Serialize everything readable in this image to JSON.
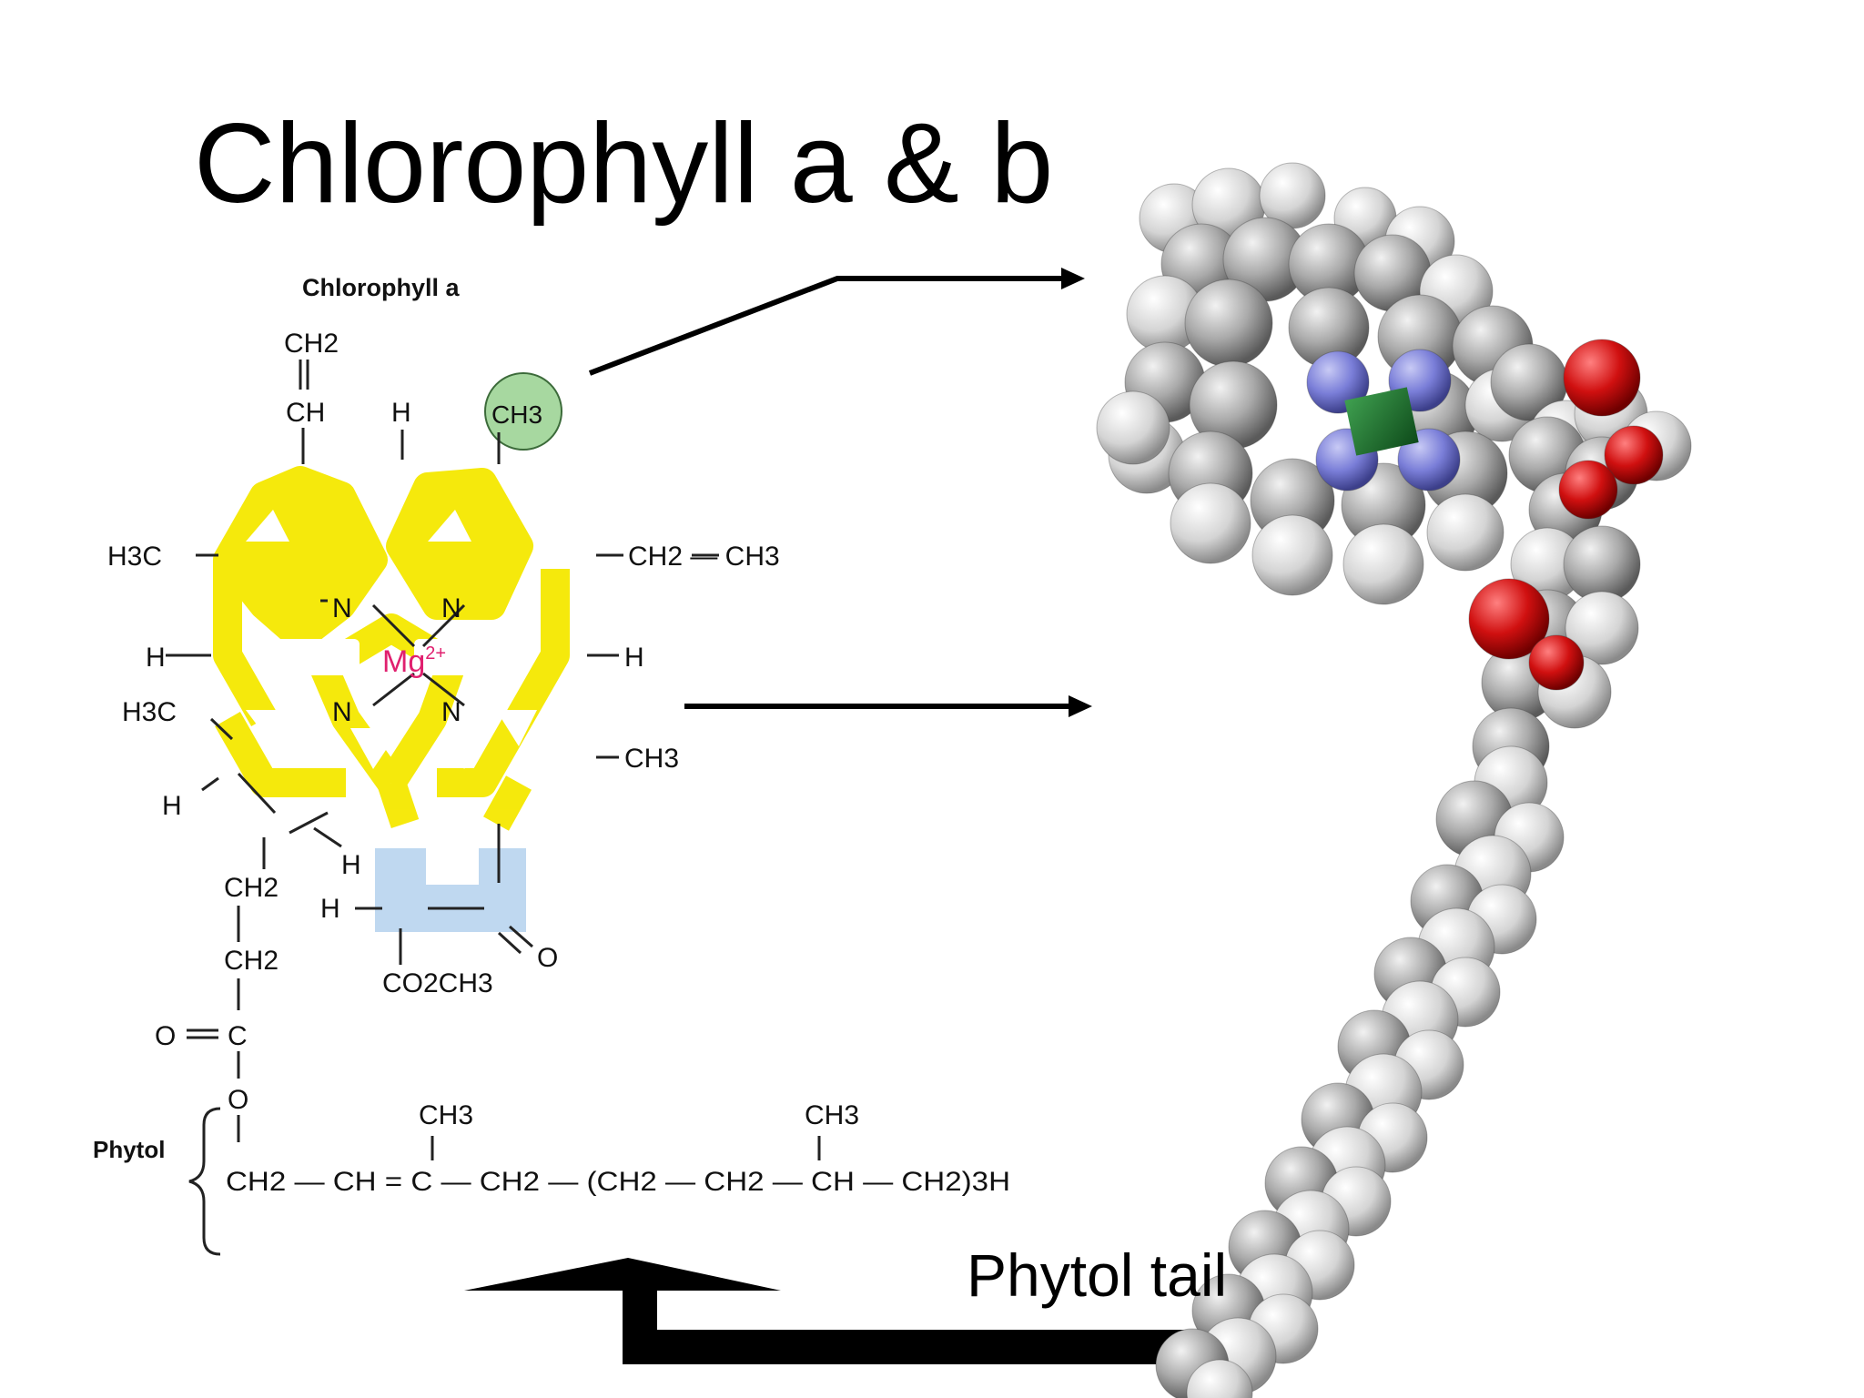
{
  "title": "Chlorophyll a & b",
  "structure": {
    "label": "Chlorophyll a",
    "phytol_label": "Phytol",
    "metal_ion": "Mg",
    "metal_charge": "2+",
    "atoms": {
      "vinyl_ch2": "CH2",
      "vinyl_ch": "CH",
      "h_top": "H",
      "methyl_highlight": "CH3",
      "methyl_left": "H3C",
      "ethyl": "CH2 — CH3",
      "h_left": "H",
      "h_right": "H",
      "methyl_left_lower": "H3C",
      "h_lower": "H",
      "methyl_right": "CH3",
      "h_bridge": "H",
      "ch2_a": "CH2",
      "ch2_b": "CH2",
      "h_ketone": "H",
      "ketone_o": "O",
      "ester_group": "CO2CH3",
      "carbonyl_o": "O",
      "carbonyl_c": "C",
      "ester_o": "O",
      "n_tl": "N",
      "n_tr": "N",
      "n_bl": "N",
      "n_br": "N"
    },
    "phytol_chain": {
      "main": "CH2 — CH = C — CH2 — (CH2 — CH2 — CH — CH2)3H",
      "branch_1": "CH3",
      "branch_2": "CH3"
    }
  },
  "caption": "Phytol tail",
  "colors": {
    "ring_highlight": "#f5e800",
    "methyl_circle": "#a7d8a0",
    "ketone_box": "#b8d4ee",
    "mg_text": "#e0206f",
    "atom_carbon": "#9a9a9a",
    "atom_nitrogen": "#7a7ed8",
    "atom_oxygen": "#d01010",
    "atom_magnesium": "#1e7a2e"
  }
}
